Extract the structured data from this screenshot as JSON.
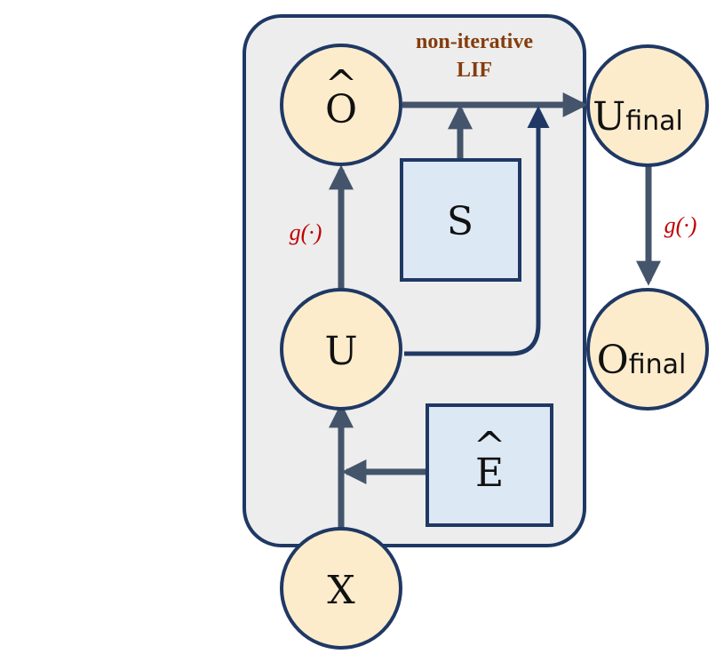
{
  "module": {
    "title_line1": "non-iterative",
    "title_line2": "LIF"
  },
  "nodes": {
    "o_hat": {
      "symbol": "O",
      "hat": "^"
    },
    "u": {
      "symbol": "U"
    },
    "x": {
      "symbol": "X"
    },
    "s": {
      "symbol": "S"
    },
    "e_hat": {
      "symbol": "E",
      "hat": "^"
    },
    "u_final": {
      "symbol": "U",
      "subscript": "final"
    },
    "o_final": {
      "symbol": "O",
      "subscript": "final"
    }
  },
  "edges": {
    "g_left": "g(·)",
    "g_right": "g(·)"
  },
  "colors": {
    "circle_fill": "#fdeccc",
    "box_fill": "#dde8f5",
    "container_fill": "#ededed",
    "outline": "#1f3864",
    "arrow": "#44546a",
    "lif_text": "#843c0c",
    "function_text": "#c00000"
  }
}
